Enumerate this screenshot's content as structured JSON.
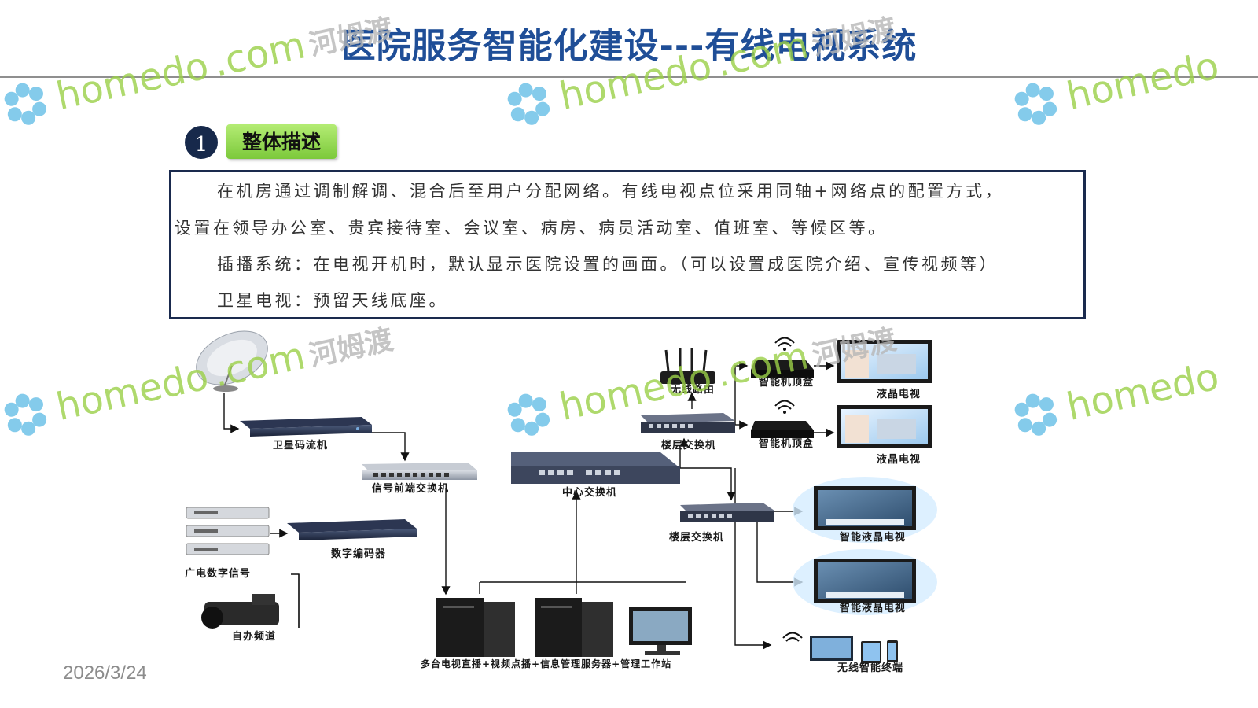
{
  "slide": {
    "title": "医院服务智能化建设---有线电视系统",
    "section_number": "1",
    "section_label": "整体描述",
    "date": "2026/3/24"
  },
  "description": {
    "line1": "在机房通过调制解调、混合后至用户分配网络。有线电视点位采用同轴+网络点的配置方式，",
    "line2": "设置在领导办公室、贵宾接待室、会议室、病房、病员活动室、值班室、等候区等。",
    "line3": "插播系统：在电视开机时，默认显示医院设置的画面。（可以设置成医院介绍、宣传视频等）",
    "line4": "卫星电视：预留天线底座。"
  },
  "diagram": {
    "satellite_stream": "卫星码流机",
    "front_switch": "信号前端交换机",
    "digital_encoder": "数字编码器",
    "broadcast_signal": "广电数字信号",
    "self_channel": "自办频道",
    "center_switch": "中心交换机",
    "wireless_router": "无线路由",
    "floor_switch_1": "楼层交换机",
    "floor_switch_2": "楼层交换机",
    "set_top_box_1": "智能机顶盒",
    "set_top_box_2": "智能机顶盒",
    "lcd_tv_1": "液晶电视",
    "lcd_tv_2": "液晶电视",
    "smart_lcd_tv_1": "智能液晶电视",
    "smart_lcd_tv_2": "智能液晶电视",
    "wireless_terminal": "无线智能终端",
    "servers": "多台电视直播+视频点播+信息管理服务器+管理工作站"
  },
  "watermark": {
    "brand": "homedo",
    "domain": ".com",
    "cn": "河姆渡"
  },
  "colors": {
    "title": "#1f4e97",
    "section_badge": "#7cc93b",
    "box_border": "#1a2a4e",
    "watermark": "#9bd048"
  }
}
